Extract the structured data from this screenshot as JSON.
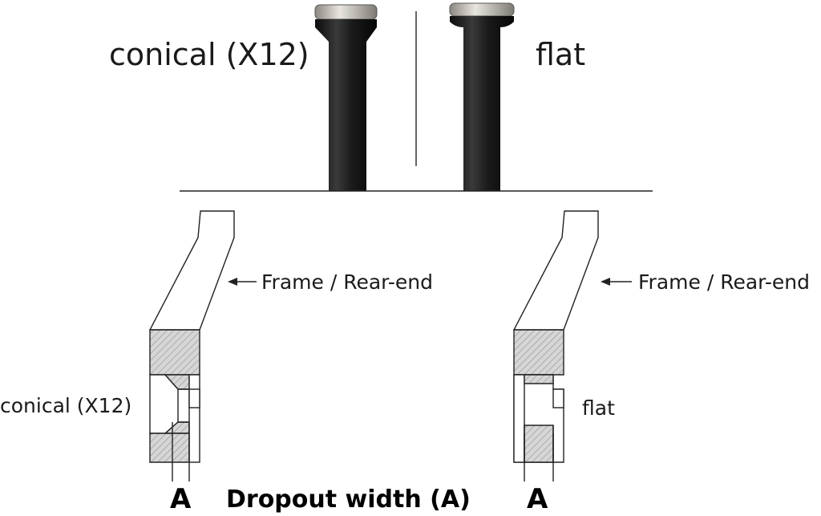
{
  "top": {
    "left_label": "conical (X12)",
    "right_label": "flat"
  },
  "bottom": {
    "left_arrow_label": "Frame / Rear-end",
    "right_arrow_label": "Frame / Rear-end",
    "left_side_label": "conical (X12)",
    "right_side_label": "flat",
    "left_dim_letter": "A",
    "right_dim_letter": "A",
    "caption": "Dropout width (A)"
  },
  "colors": {
    "axle": "#1d1d1d",
    "cap_metal": "#c9c7c0",
    "hatch": "#9a9a9a",
    "line": "#222222"
  }
}
